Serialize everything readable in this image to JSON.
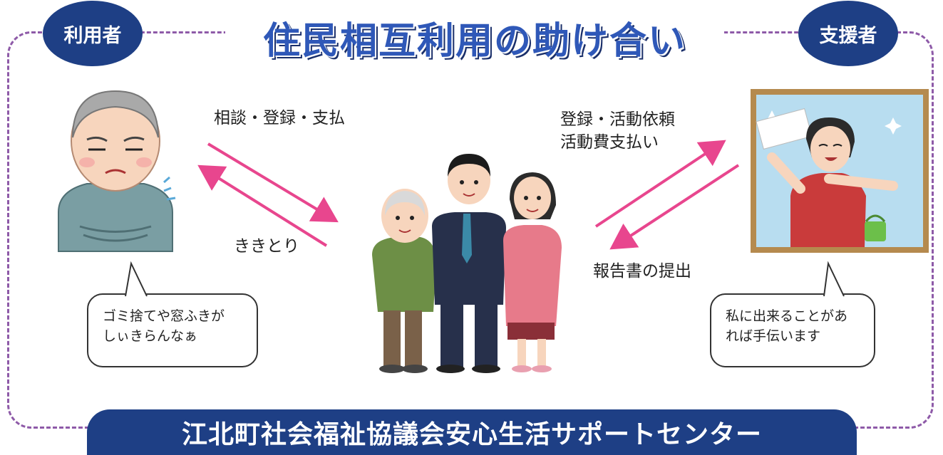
{
  "title": "住民相互利用の助け合い",
  "roles": {
    "user": "利用者",
    "supporter": "支援者"
  },
  "arrows": {
    "user_to_center": "相談・登録・支払",
    "center_to_user": "ききとり",
    "center_to_supporter": [
      "登録・活動依頼",
      "活動費支払い"
    ],
    "supporter_to_center": "報告書の提出"
  },
  "bubbles": {
    "user": [
      "ゴミ捨てや窓ふきが",
      "しぃきらんなぁ"
    ],
    "supporter": [
      "私に出来ることがあ",
      "れば手伝います"
    ]
  },
  "footer": "江北町社会福祉協議会安心生活サポートセンター",
  "colors": {
    "navy": "#1e3f85",
    "arrow": "#e8468e",
    "frame": "#8e5aa8",
    "title": "#2f58b8"
  },
  "icons": {
    "user": "worried-elderly-man-icon",
    "center": "center-staff-group-icon",
    "supporter": "window-cleaning-woman-icon"
  }
}
